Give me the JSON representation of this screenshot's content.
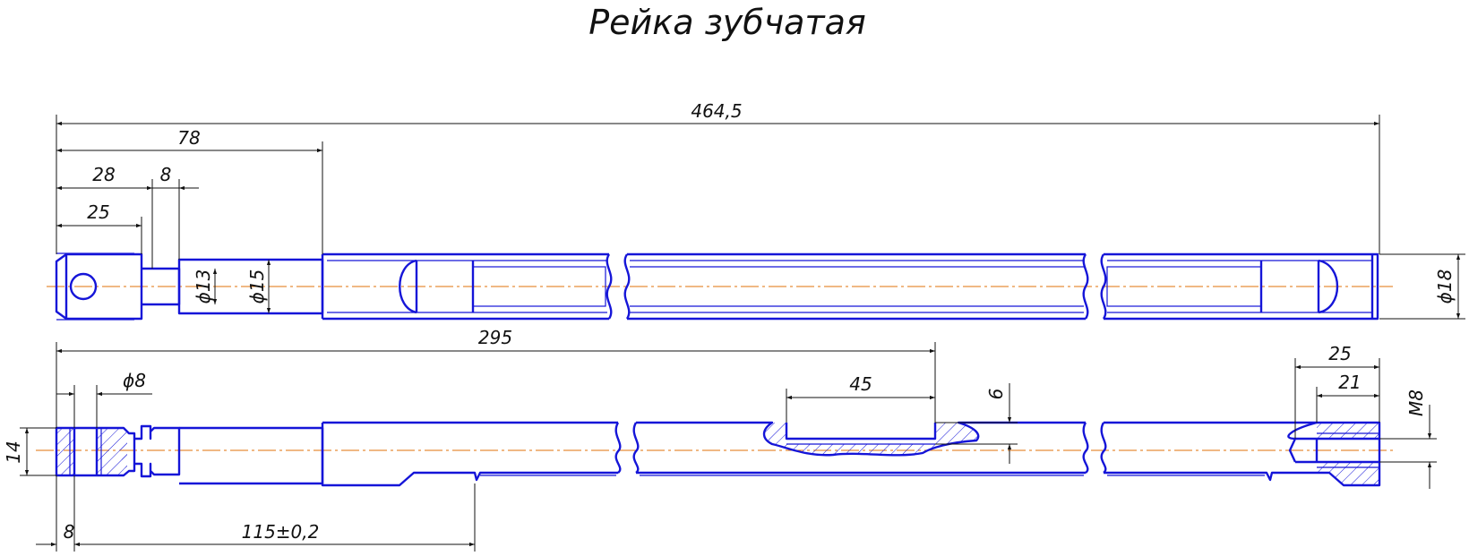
{
  "title": "Рейка зубчатая",
  "dimensions": {
    "total_length": "464,5",
    "d78": "78",
    "d28": "28",
    "d8_top": "8",
    "d25_left": "25",
    "dia13": "ϕ13",
    "dia15": "ϕ15",
    "dia18": "ϕ18",
    "d295": "295",
    "dia8": "ϕ8",
    "d14": "14",
    "d8_bottom": "8",
    "d115": "115±0,2",
    "d45": "45",
    "d6": "6",
    "d25_right": "25",
    "d21": "21",
    "m8": "M8"
  },
  "colors": {
    "part_outline": "#1515d8",
    "axis_line": "#e0700a",
    "dimension_line": "#111111"
  }
}
